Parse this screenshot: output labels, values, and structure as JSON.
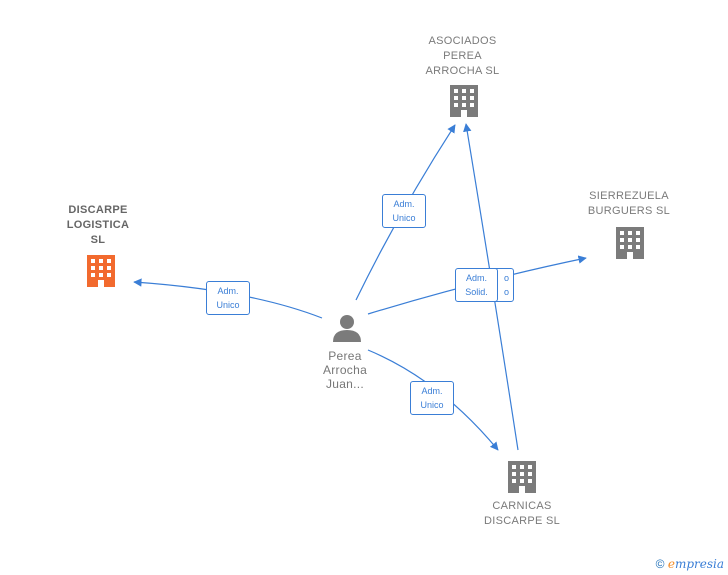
{
  "colors": {
    "edge": "#3a7ed6",
    "building": "#7b7b7b",
    "building_focus": "#f26a2e",
    "person": "#7b7b7b"
  },
  "nodes": {
    "discarpe": {
      "label_lines": [
        "DISCARPE",
        "LOGISTICA",
        "SL"
      ],
      "icon": "building-icon"
    },
    "asociados": {
      "label_lines": [
        "ASOCIADOS",
        "PEREA",
        "ARROCHA  SL"
      ],
      "icon": "building-icon"
    },
    "sierrezuela": {
      "label_lines": [
        "SIERREZUELA",
        "BURGUERS  SL"
      ],
      "icon": "building-icon"
    },
    "carnicas": {
      "label_lines": [
        "CARNICAS",
        "DISCARPE SL"
      ],
      "icon": "building-icon"
    },
    "perea": {
      "label_lines": [
        "Perea",
        "Arrocha",
        "Juan..."
      ],
      "icon": "person-icon"
    }
  },
  "edges": {
    "to_discarpe": [
      "Adm.",
      "Unico"
    ],
    "to_asociados": [
      "Adm.",
      "Unico"
    ],
    "to_sierrezuela": [
      "Adm.",
      "Solid."
    ],
    "to_carnicas": [
      "Adm.",
      "Unico"
    ],
    "carnicas_asociados_hidden": [
      "o",
      "o"
    ]
  },
  "footer": {
    "copyright": "©",
    "brand_e": "e",
    "brand_rest": "mpresia"
  }
}
